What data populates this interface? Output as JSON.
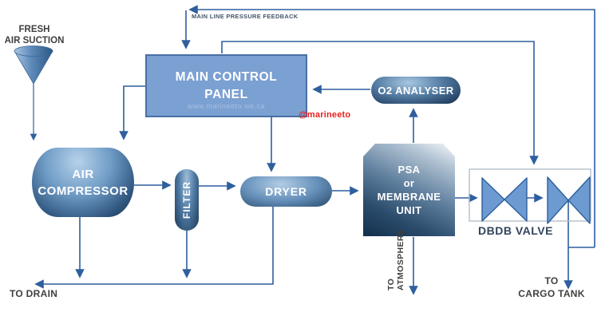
{
  "diagram": {
    "nodes": {
      "main_control_panel": {
        "line1": "MAIN CONTROL",
        "line2": "PANEL"
      },
      "o2_analyser": {
        "label": "O2 ANALYSER"
      },
      "air_compressor": {
        "line1": "AIR",
        "line2": "COMPRESSOR"
      },
      "filter": {
        "label": "FILTER"
      },
      "dryer": {
        "label": "DRYER"
      },
      "psa_unit": {
        "line1": "PSA",
        "line2": "or",
        "line3": "MEMBRANE",
        "line4": "UNIT"
      },
      "dbdb_valve": {
        "label": "DBDB VALVE"
      }
    },
    "labels": {
      "fresh_air_line1": "FRESH",
      "fresh_air_line2": "AIR SUCTION",
      "feedback": "MAIN LINE PRESSURE FEEDBACK",
      "to_drain": "TO DRAIN",
      "to_atmosphere": "TO ATMOSPHERE",
      "to_cargo_line1": "TO",
      "to_cargo_line2": "CARGO TANK"
    },
    "watermarks": {
      "site": "www.marineeto.we.ca",
      "handle": "@marineeto"
    },
    "icons": {
      "funnel": "inverted-cone-air-intake",
      "valve": "bowtie-valve-symbol",
      "arrow": "flow-arrowhead"
    }
  },
  "colors": {
    "line": "#2e5f9e",
    "panel-fill": "#7ba0d2",
    "panel-border": "#4a6fa5",
    "valve-fill": "#6d9ad0",
    "box-border": "#b3bfca",
    "text-dark": "#3f3f3f",
    "navy-text": "#33435c",
    "red": "#e8221e"
  }
}
